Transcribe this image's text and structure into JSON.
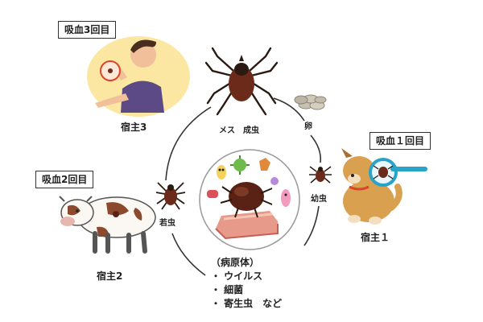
{
  "labels": {
    "blood3": "吸血3回目",
    "blood2": "吸血2回目",
    "blood1": "吸血１回目",
    "host3": "宿主3",
    "host2": "宿主2",
    "host1": "宿主１",
    "adult": "メス　成虫",
    "egg": "卵",
    "larva": "幼虫",
    "nymph": "若虫"
  },
  "pathogens": {
    "title": "（病原体）",
    "items": [
      "・ ウイルス",
      "・ 細菌",
      "・ 寄生虫　など"
    ]
  },
  "colors": {
    "tick_body": "#6b2a1a",
    "tick_legs": "#2b1a12",
    "cycle_line": "#333333",
    "magnifier": "#2aa3c9",
    "person_bg": "#fbe6a2",
    "dog": "#d9a050",
    "cow_spot": "#8b4a2e"
  }
}
